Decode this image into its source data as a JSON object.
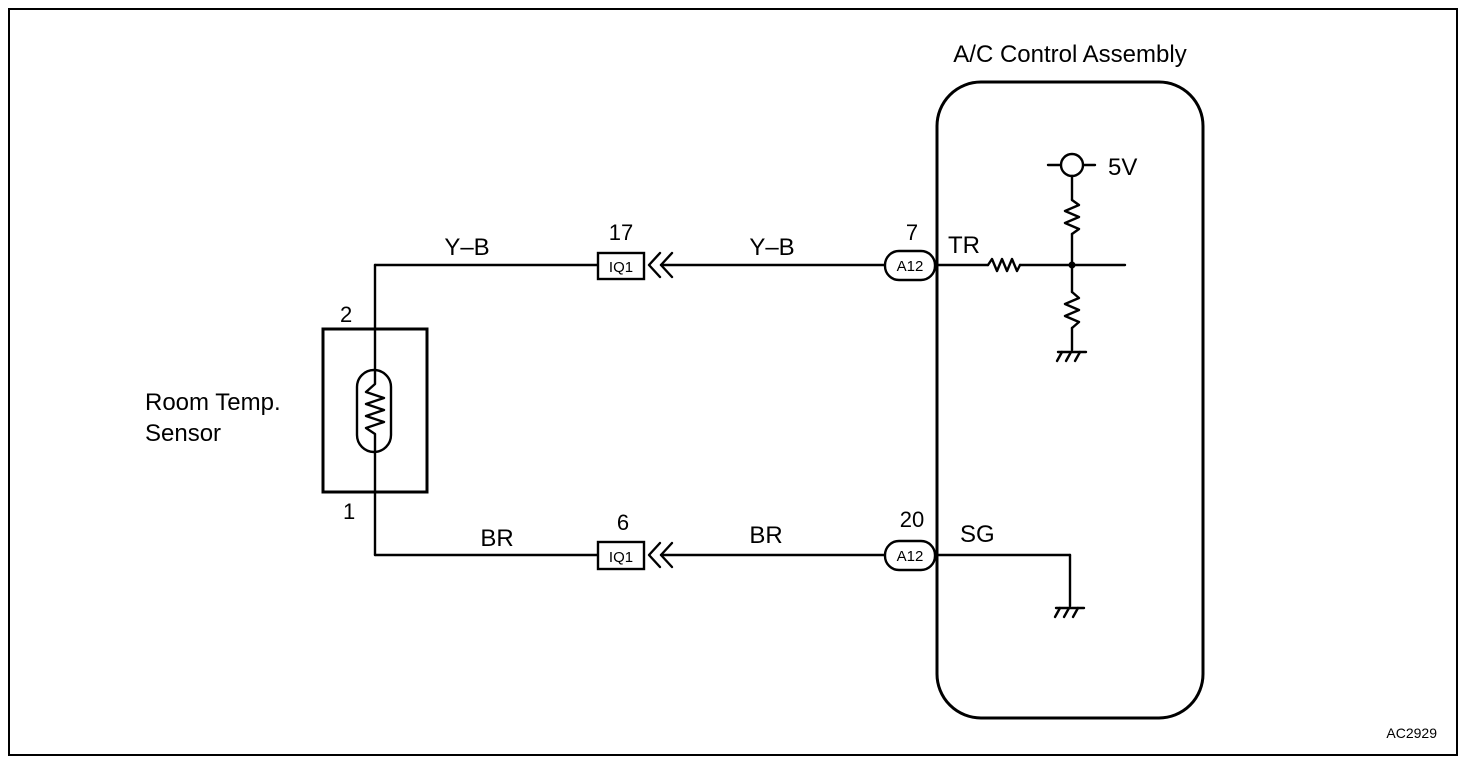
{
  "control_assembly": {
    "title": "A/C Control Assembly",
    "supply_voltage": "5V",
    "terminals": {
      "tr": "TR",
      "sg": "SG"
    }
  },
  "sensor": {
    "name_line1": "Room Temp.",
    "name_line2": "Sensor",
    "pin_top": "2",
    "pin_bottom": "1"
  },
  "wires": {
    "upper_left_color": "Y–B",
    "upper_right_color": "Y–B",
    "lower_left_color": "BR",
    "lower_right_color": "BR"
  },
  "connectors": {
    "iq1_upper": {
      "label": "IQ1",
      "pin": "17"
    },
    "iq1_lower": {
      "label": "IQ1",
      "pin": "6"
    },
    "a12_upper": {
      "label": "A12",
      "pin": "7"
    },
    "a12_lower": {
      "label": "A12",
      "pin": "20"
    }
  },
  "figure_code": "AC2929"
}
